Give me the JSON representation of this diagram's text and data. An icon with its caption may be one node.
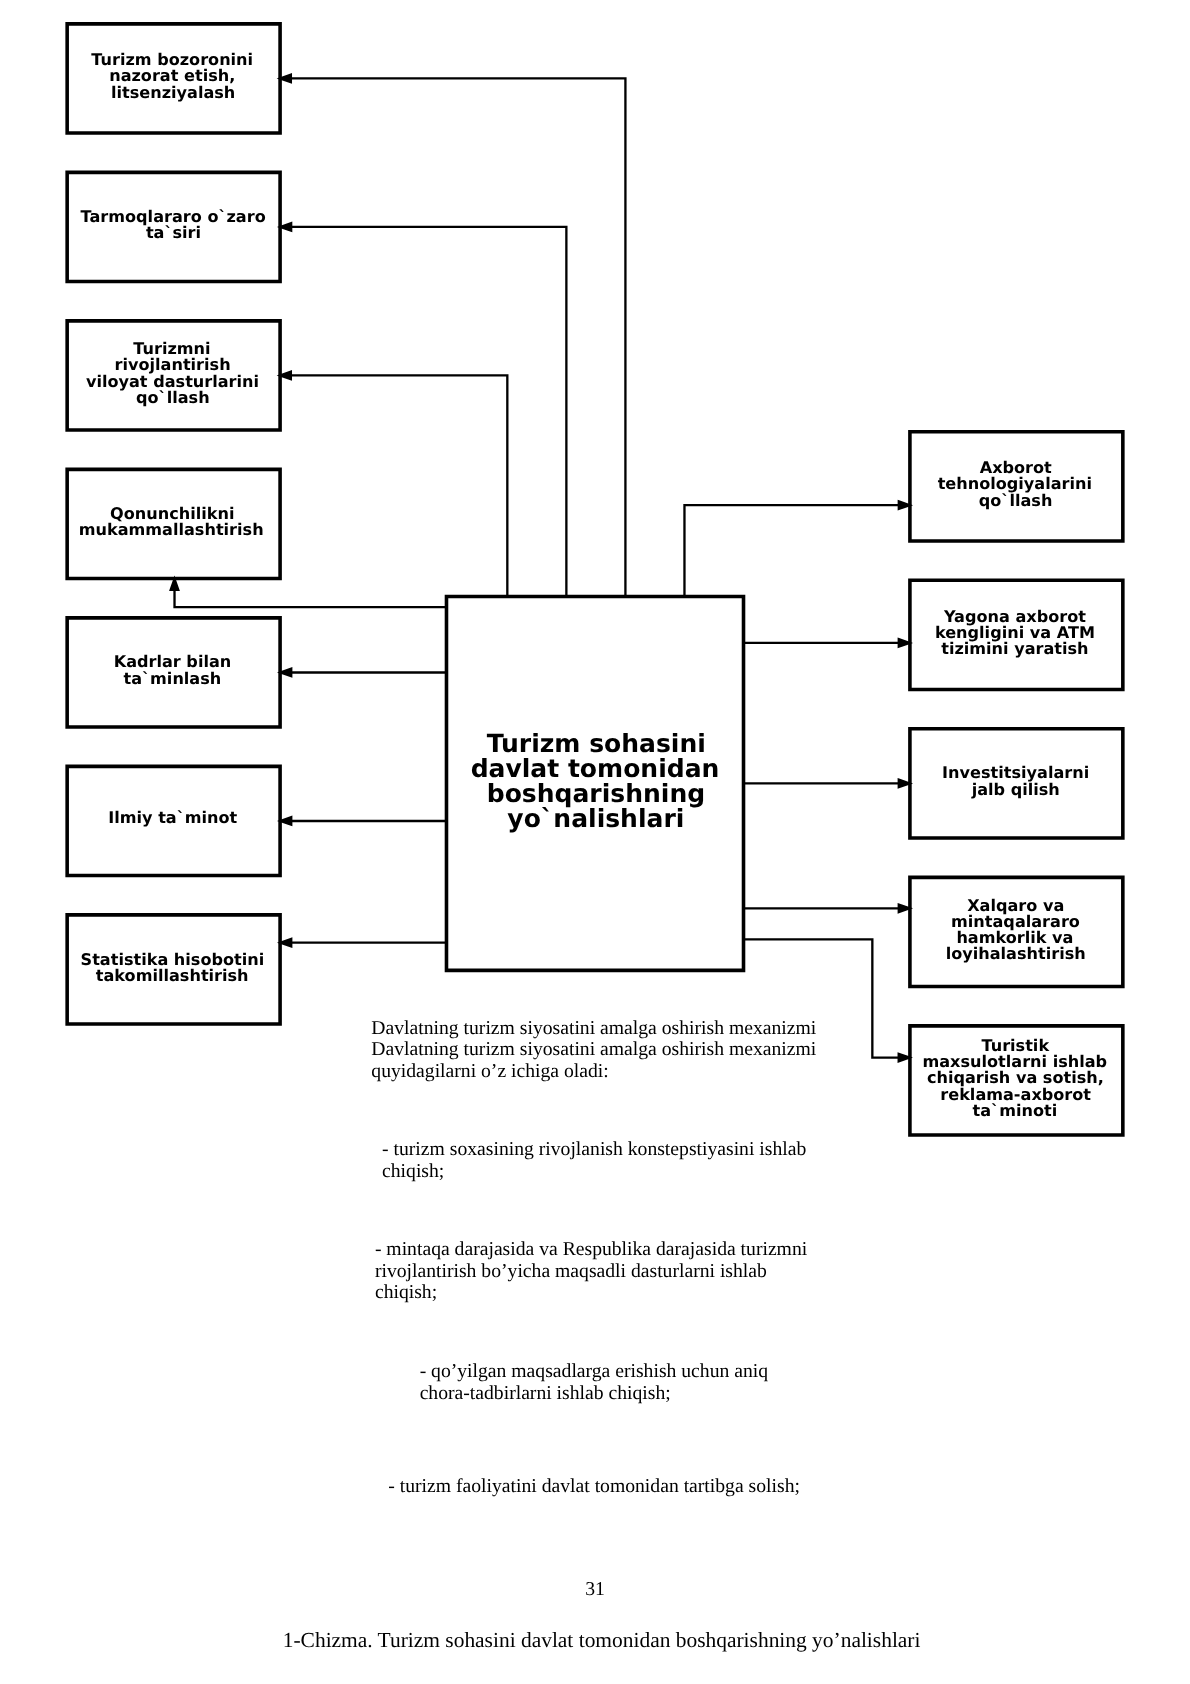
{
  "diagram": {
    "caption": "1-Chizma. Turizm sohasini davlat tomonidan boshqarishning yo’nalishlari",
    "nodes": [
      {
        "text": [
          "Turizm sohasini davlat tomonidan boshqarishning yo`nalishlari"
        ]
      },
      {
        "text": [
          "Turizm bozoronini nazorat etish, litsenziyalash"
        ]
      },
      {
        "text": [
          "Tarmoqlararo o`zaro ta`siri"
        ]
      },
      {
        "text": [
          "Turizmni rivojlantirish viloyat dasturlarini qo`llash"
        ]
      },
      {
        "text": [
          "Qonunchilikni mukammallashtirish"
        ]
      },
      {
        "text": [
          "Kadrlar bilan ta`minlash"
        ]
      },
      {
        "text": [
          "Ilmiy ta`minot"
        ]
      },
      {
        "text": [
          "Statistika hisobotini takomillashtirish"
        ]
      },
      {
        "text": [
          "Axborot tehnologiyalarini qo`llash"
        ]
      },
      {
        "text": [
          "Yagona axborot kengligini va ATM tizimini yaratish"
        ]
      },
      {
        "text": [
          "Investitsiyalarni jalb qilish"
        ]
      },
      {
        "text": [
          "Xalqaro va mintaqalararo hamkorlik va loyihalashtirish"
        ]
      },
      {
        "text": [
          "Turistik maxsulotlarni ishlab chiqarish va sotish, reklama-axborot ta`minoti"
        ]
      }
    ],
    "edges": [
      {
        "from": 0,
        "to": 1,
        "arrow": "to"
      },
      {
        "from": 0,
        "to": 2,
        "arrow": "to"
      },
      {
        "from": 0,
        "to": 3,
        "arrow": "to"
      },
      {
        "from": 0,
        "to": 4,
        "arrow": "to"
      },
      {
        "from": 0,
        "to": 5,
        "arrow": "to"
      },
      {
        "from": 0,
        "to": 6,
        "arrow": "to"
      },
      {
        "from": 0,
        "to": 7,
        "arrow": "to"
      },
      {
        "from": 0,
        "to": 8,
        "arrow": "to"
      },
      {
        "from": 0,
        "to": 9,
        "arrow": "to"
      },
      {
        "from": 0,
        "to": 10,
        "arrow": "to"
      },
      {
        "from": 0,
        "to": 11,
        "arrow": "to"
      },
      {
        "from": 0,
        "to": 12,
        "arrow": "to"
      }
    ],
    "labels": [
      "Davlatning turizm siyosatini amalga oshirish mexanizmi Davlatning turizm siyosatini amalga oshirish mexanizmi quyidagilarni o’z ichiga oladi:",
      "- turizm soxasining rivojlanish konstepstiyasini ishlab chiqish;",
      "- mintaqa darajasida va Respublika darajasida turizmni rivojlantirish bo’yicha maqsadli dasturlarni ishlab chiqish;",
      "- qo’yilgan maqsadlarga erishish uchun aniq chora-tadbirlarni ishlab chiqish;",
      "- turizm faoliyatini davlat tomonidan tartibga solish;",
      "31"
    ]
  }
}
